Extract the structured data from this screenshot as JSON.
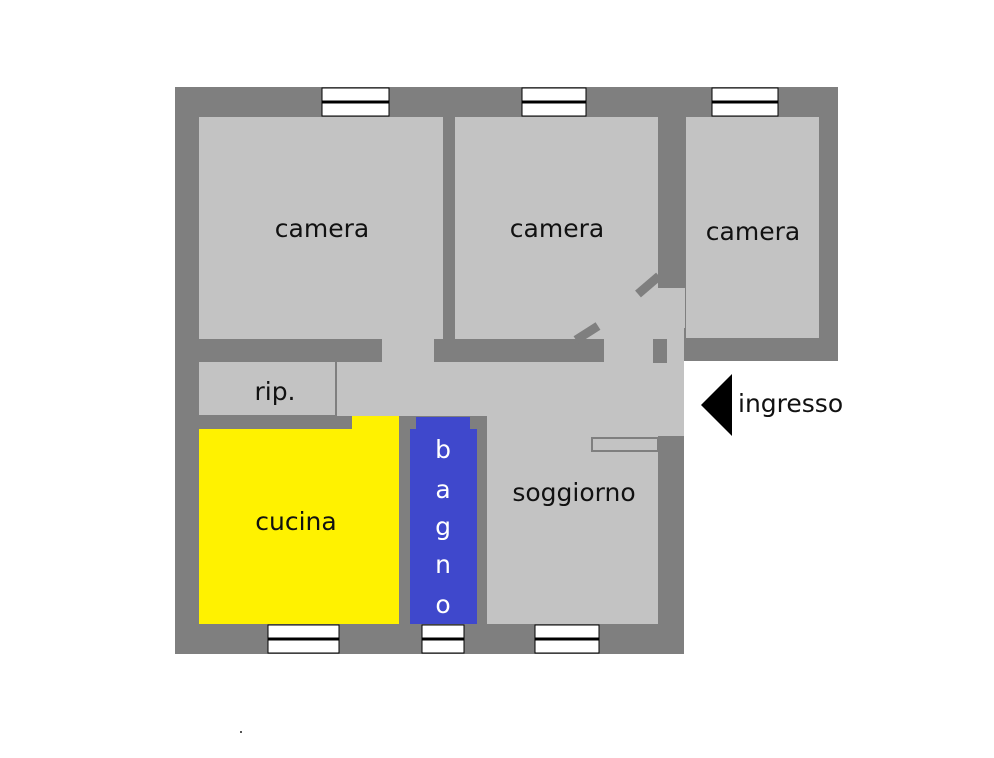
{
  "colors": {
    "wall": "#7f7f7f",
    "room": "#c3c3c3",
    "kitchen": "#fff200",
    "bathroom": "#3f48cc",
    "window": "#ffffff",
    "text": "#111111",
    "arrow": "#000000"
  },
  "rooms": {
    "camera_1": "camera",
    "camera_2": "camera",
    "camera_3": "camera",
    "ripostiglio": "rip.",
    "cucina": "cucina",
    "bagno": [
      "b",
      "a",
      "g",
      "n",
      "o"
    ],
    "soggiorno": "soggiorno"
  },
  "entrance": {
    "label": "ingresso",
    "icon": "arrow-left-icon"
  }
}
